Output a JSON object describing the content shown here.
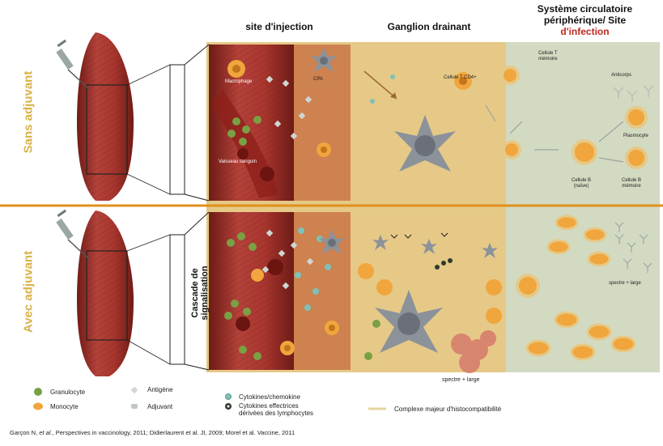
{
  "headers": {
    "injection": "site d'injection",
    "ganglion": "Ganglion drainant",
    "systeme_line1": "Système circulatoire",
    "systeme_line2": "périphérique/ Site",
    "systeme_line3": "d'infection"
  },
  "rows": {
    "top": "Sans adjuvant",
    "bottom": "Avec adjuvant"
  },
  "cascade": {
    "line1": "Cascade de",
    "line2": "signalisation"
  },
  "tiny_labels": {
    "macrophage": "Macrophage",
    "cpa": "CPA",
    "vaisseau": "Vaisseau sanguin",
    "cellule_t_cd4": "Cellule T CD4+",
    "cellule_t_memoire_1": "Cellule T",
    "cellule_t_memoire_2": "mémoire",
    "anticorps": "Anticorps",
    "plasmocyte": "Plasmocyte",
    "cellule_b_naive_1": "Cellule B",
    "cellule_b_naive_2": "(naïve)",
    "cellule_b_memoire_1": "Cellule B",
    "cellule_b_memoire_2": "mémoire",
    "spectre_large_right": "spectre + large",
    "spectre_large_bottom": "spectre + large"
  },
  "legend": {
    "granulocyte": "Granulocyte",
    "monocyte": "Monocyte",
    "antigene": "Antigène",
    "adjuvant": "Adjuvant",
    "cytokines_chemokine": "Cytokines/chemokine",
    "cytokines_effectrices_1": "Cytokines effectrices",
    "cytokines_effectrices_2": "dérivées des lymphocytes",
    "cmh": "Complexe majeur d'histocompatibilité"
  },
  "citation": {
    "author": "Garçon N, ",
    "etal": "et al.",
    "rest": ", Perspectives in vaccinology, 2011; Didierlaurent et al. JI, 2009; Morel et al.  Vaccine, 2011"
  },
  "colors": {
    "muscle": "#a8362e",
    "muscle_dark": "#7a1f1a",
    "tissue_tan": "#e6c987",
    "blood_blue": "#c7dad2",
    "divider_orange": "#e0901c",
    "row_label_gold": "#d9b24a",
    "apc_grey": "#8c929a",
    "cell_orange": "#f0a63c",
    "granulocyte_green": "#7aa044",
    "antigen_cyan": "#7ec1b8"
  }
}
